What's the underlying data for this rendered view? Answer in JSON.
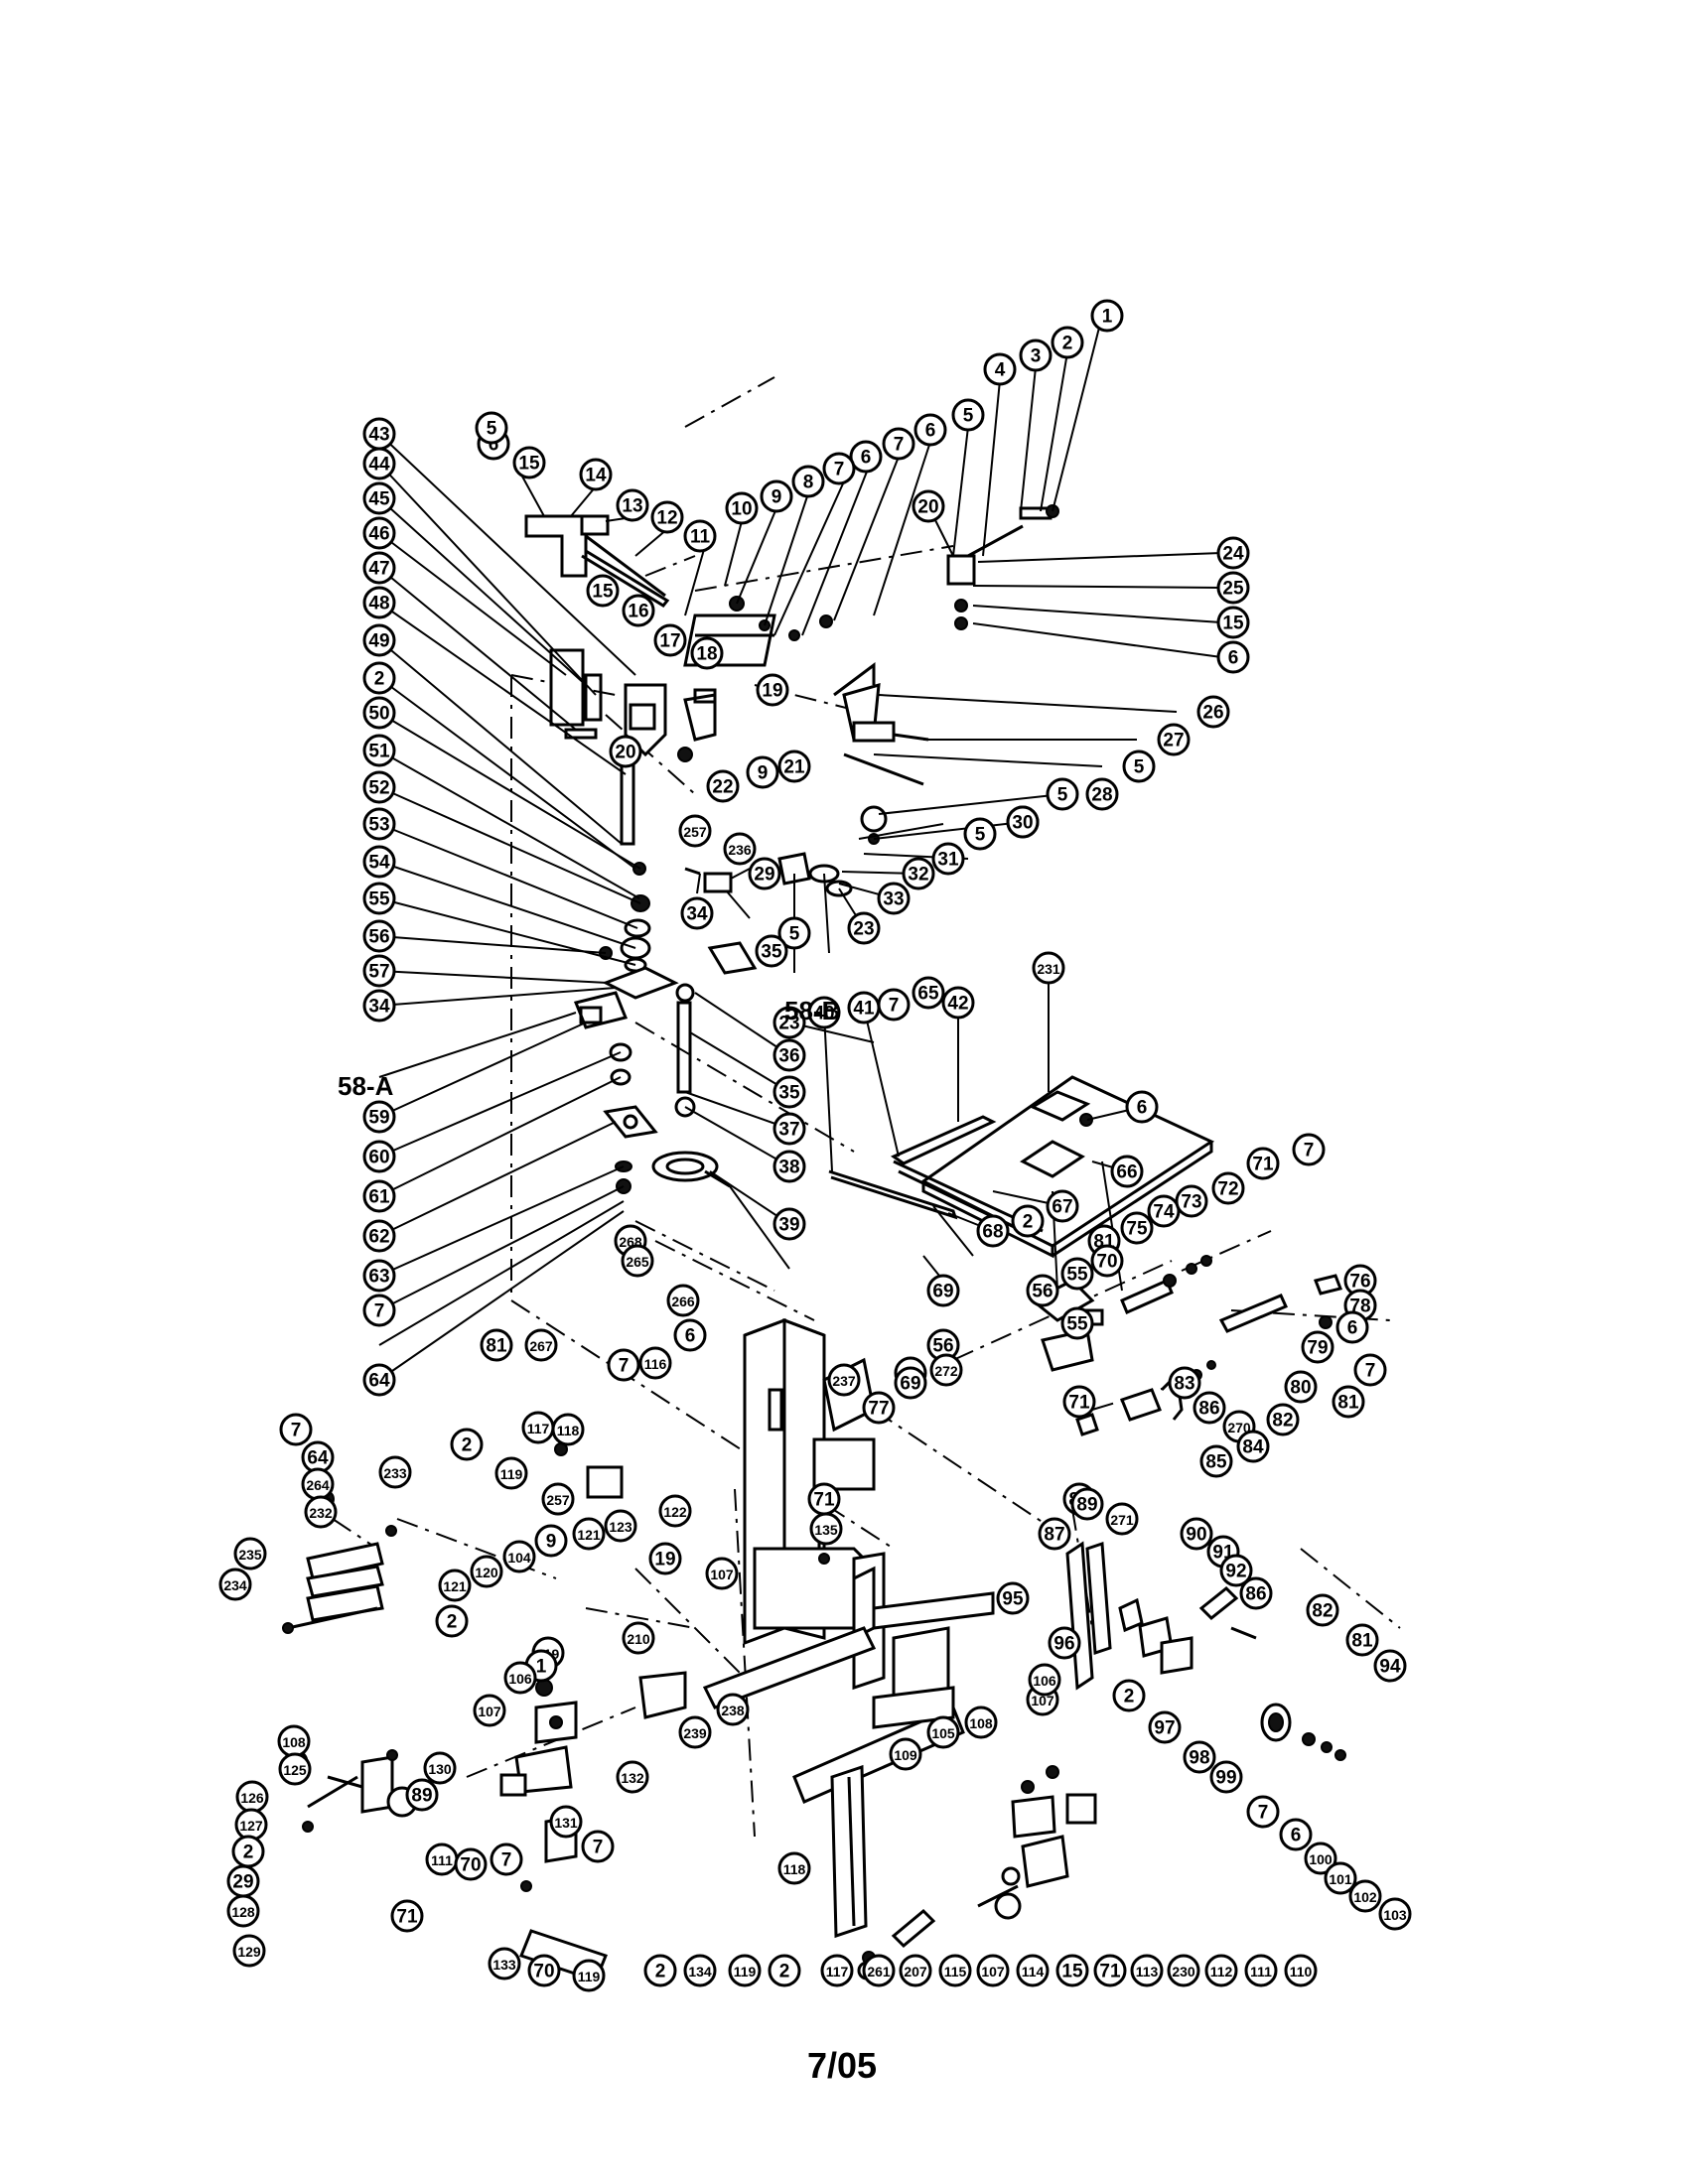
{
  "footer": {
    "date_code": "7/05"
  },
  "labels": {
    "l58a": "58-A",
    "l58b": "58-B"
  },
  "callouts": [
    "1",
    "2",
    "3",
    "4",
    "5",
    "6",
    "7",
    "6",
    "7",
    "8",
    "9",
    "10",
    "11",
    "12",
    "13",
    "14",
    "15",
    "6",
    "5",
    "43",
    "44",
    "45",
    "46",
    "47",
    "48",
    "49",
    "2",
    "50",
    "51",
    "52",
    "53",
    "54",
    "55",
    "56",
    "57",
    "34",
    "59",
    "60",
    "61",
    "62",
    "63",
    "7",
    "64",
    "20",
    "24",
    "25",
    "15",
    "6",
    "15",
    "16",
    "17",
    "18",
    "19",
    "20",
    "9",
    "21",
    "22",
    "26",
    "27",
    "5",
    "28",
    "5",
    "29",
    "5",
    "30",
    "31",
    "32",
    "33",
    "23",
    "257",
    "236",
    "29",
    "5",
    "34",
    "35",
    "23",
    "36",
    "35",
    "37",
    "38",
    "39",
    "40",
    "41",
    "42",
    "231",
    "6",
    "7",
    "65",
    "66",
    "67",
    "2",
    "68",
    "69",
    "268",
    "265",
    "266",
    "267",
    "81",
    "81",
    "55",
    "56",
    "75",
    "74",
    "73",
    "72",
    "71",
    "7",
    "70",
    "55",
    "56",
    "76",
    "78",
    "79",
    "6",
    "7",
    "80",
    "81",
    "82",
    "83",
    "86",
    "71",
    "270",
    "85",
    "84",
    "6",
    "7",
    "116",
    "118",
    "117",
    "2",
    "119",
    "257",
    "237",
    "262",
    "77",
    "69",
    "272",
    "7",
    "64",
    "264",
    "232",
    "233",
    "235",
    "234",
    "71",
    "135",
    "87",
    "88",
    "89",
    "271",
    "90",
    "91",
    "92",
    "86",
    "82",
    "81",
    "94",
    "95",
    "96",
    "2",
    "97",
    "98",
    "99",
    "7",
    "6",
    "100",
    "101",
    "102",
    "103",
    "104",
    "9",
    "121",
    "123",
    "122",
    "19",
    "120",
    "121",
    "107",
    "2",
    "210",
    "119",
    "1",
    "106",
    "107",
    "108",
    "125",
    "126",
    "127",
    "2",
    "29",
    "128",
    "129",
    "130",
    "89",
    "238",
    "239",
    "131",
    "7",
    "132",
    "111",
    "70",
    "7",
    "71",
    "133",
    "70",
    "119",
    "2",
    "134",
    "119",
    "2",
    "118",
    "117",
    "261",
    "207",
    "115",
    "107",
    "114",
    "15",
    "71",
    "113",
    "230",
    "112",
    "111",
    "110",
    "109",
    "105",
    "108",
    "107",
    "106",
    "185",
    "70"
  ]
}
